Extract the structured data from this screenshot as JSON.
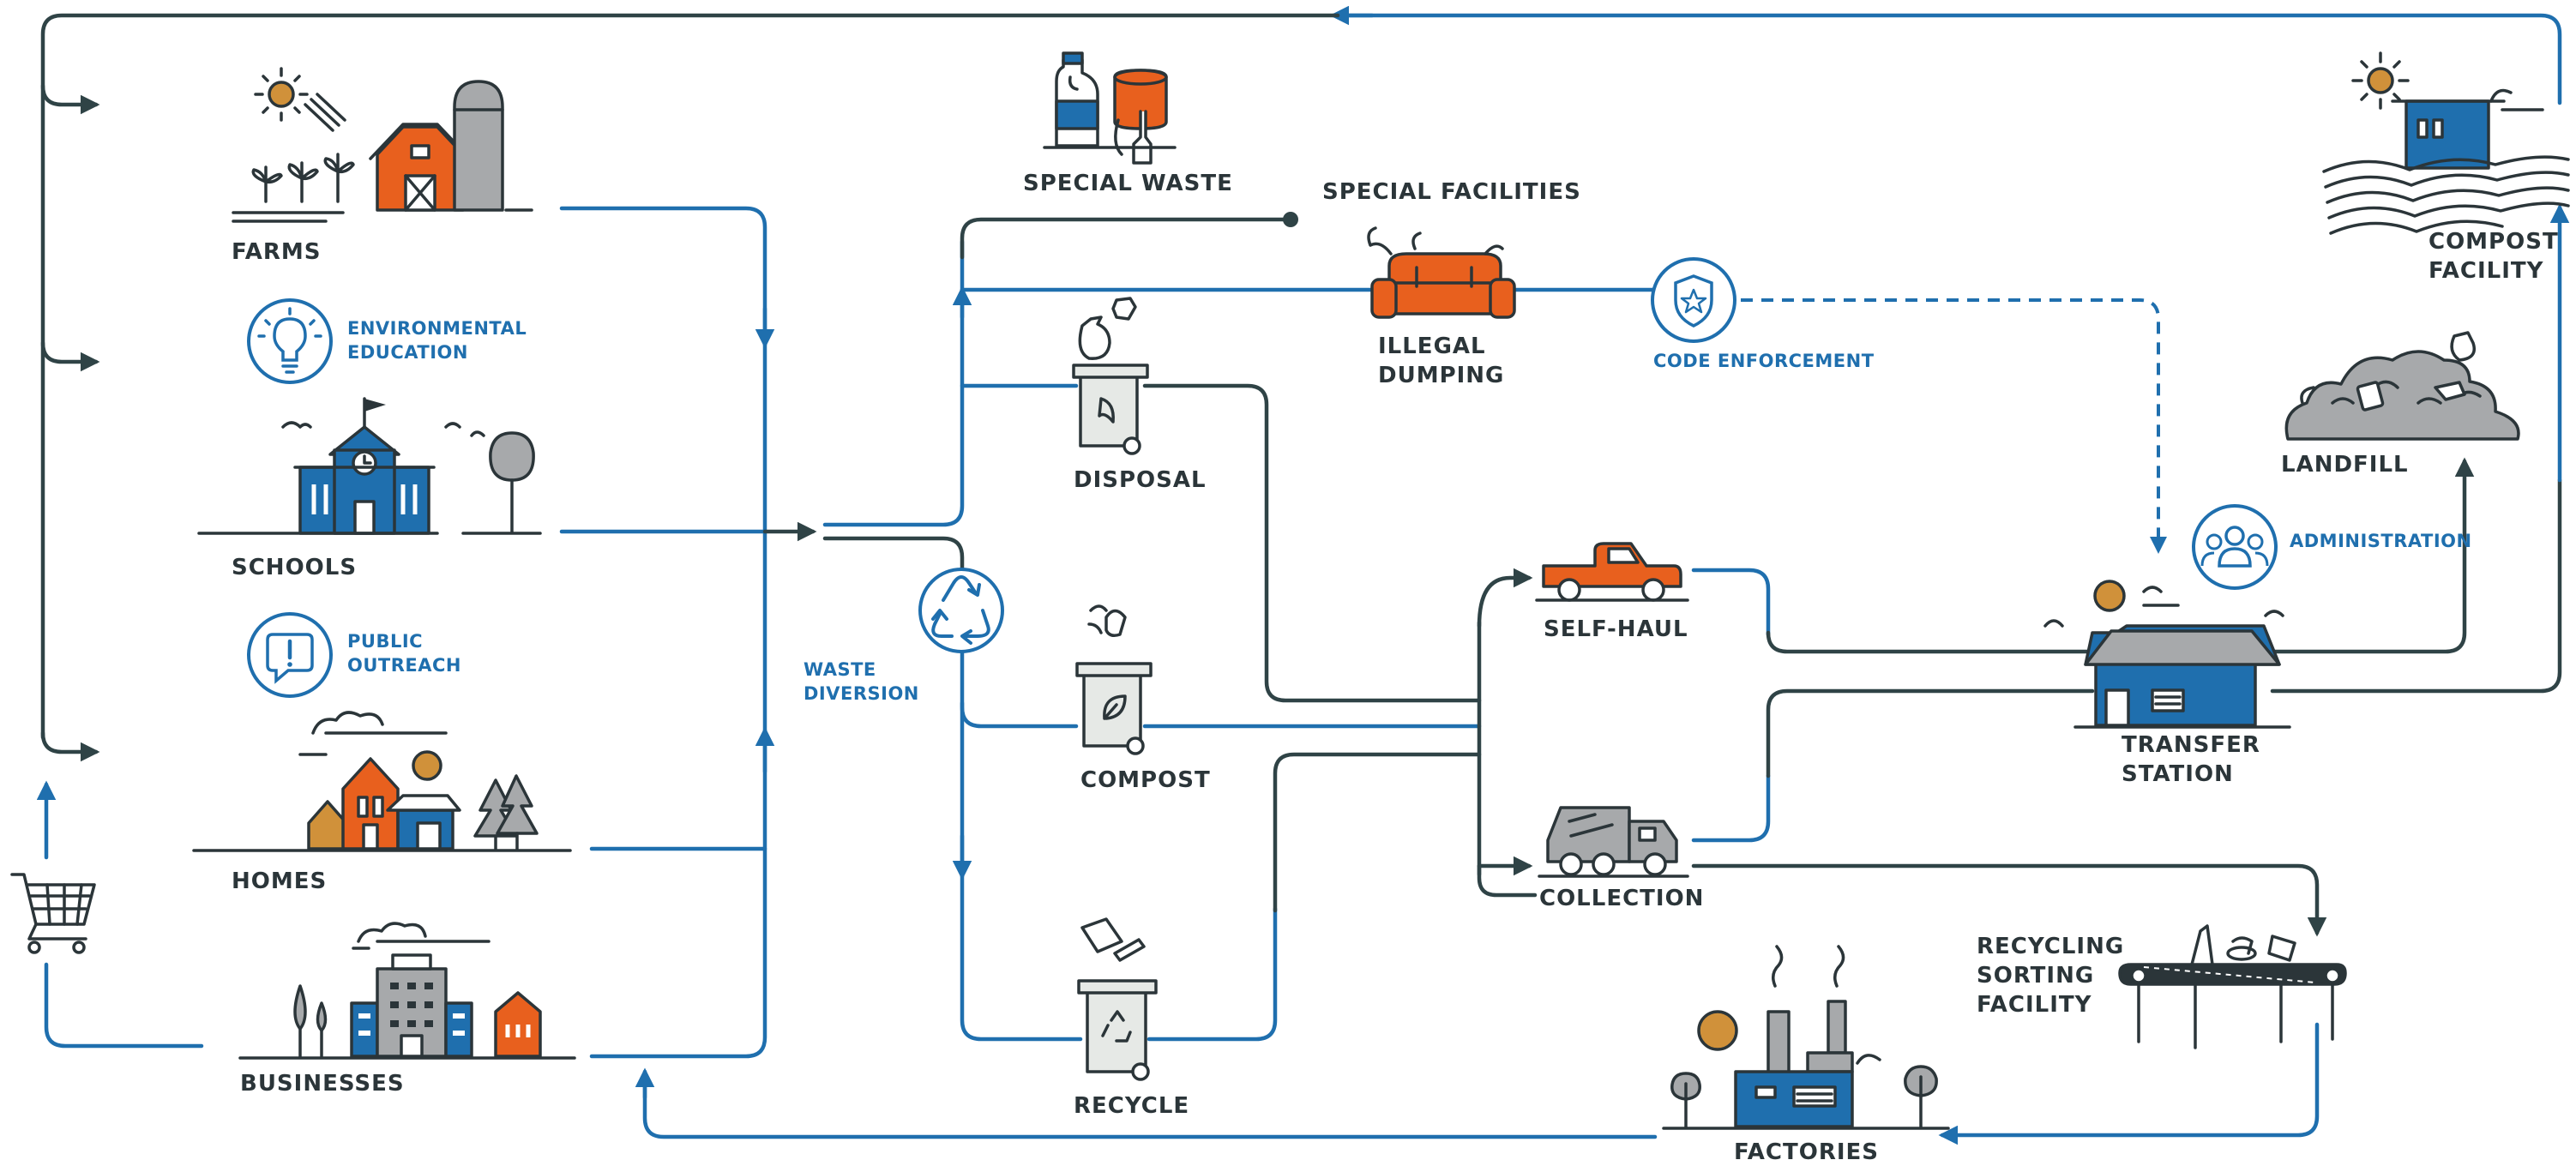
{
  "colors": {
    "blue": "#1f6fae",
    "dark": "#2f4346",
    "orange": "#e8601e",
    "gray": "#a7a9ab",
    "sun": "#d0913a"
  },
  "labels": {
    "farms": "FARMS",
    "env_education": [
      "ENVIRONMENTAL",
      "EDUCATION"
    ],
    "schools": "SCHOOLS",
    "public_outreach": [
      "PUBLIC",
      "OUTREACH"
    ],
    "homes": "HOMES",
    "businesses": "BUSINESSES",
    "waste_diversion": [
      "WASTE",
      "DIVERSION"
    ],
    "special_waste": "SPECIAL WASTE",
    "special_facilities": "SPECIAL FACILITIES",
    "illegal_dumping": [
      "ILLEGAL",
      "DUMPING"
    ],
    "code_enforcement": "CODE ENFORCEMENT",
    "disposal": "DISPOSAL",
    "compost": "COMPOST",
    "recycle": "RECYCLE",
    "self_haul": "SELF-HAUL",
    "collection": "COLLECTION",
    "administration": "ADMINISTRATION",
    "transfer_station": [
      "TRANSFER",
      "STATION"
    ],
    "landfill": "LANDFILL",
    "compost_facility": [
      "COMPOST",
      "FACILITY"
    ],
    "recycling_sorting_facility": [
      "RECYCLING",
      "SORTING",
      "FACILITY"
    ],
    "factories": "FACTORIES"
  },
  "icons": [
    "sun-icon",
    "barn-icon",
    "silo-icon",
    "lightbulb-icon",
    "school-icon",
    "tree-icon",
    "alert-icon",
    "house-icon",
    "office-building-icon",
    "shopping-cart-icon",
    "recycle-icon",
    "bleach-bottle-icon",
    "paint-can-icon",
    "couch-icon",
    "shield-star-icon",
    "trash-bin-icon",
    "compost-bin-icon",
    "recycle-bin-icon",
    "pickup-truck-icon",
    "garbage-truck-icon",
    "people-icon",
    "warehouse-icon",
    "landfill-pile-icon",
    "compost-facility-icon",
    "conveyor-belt-icon",
    "factory-icon"
  ]
}
